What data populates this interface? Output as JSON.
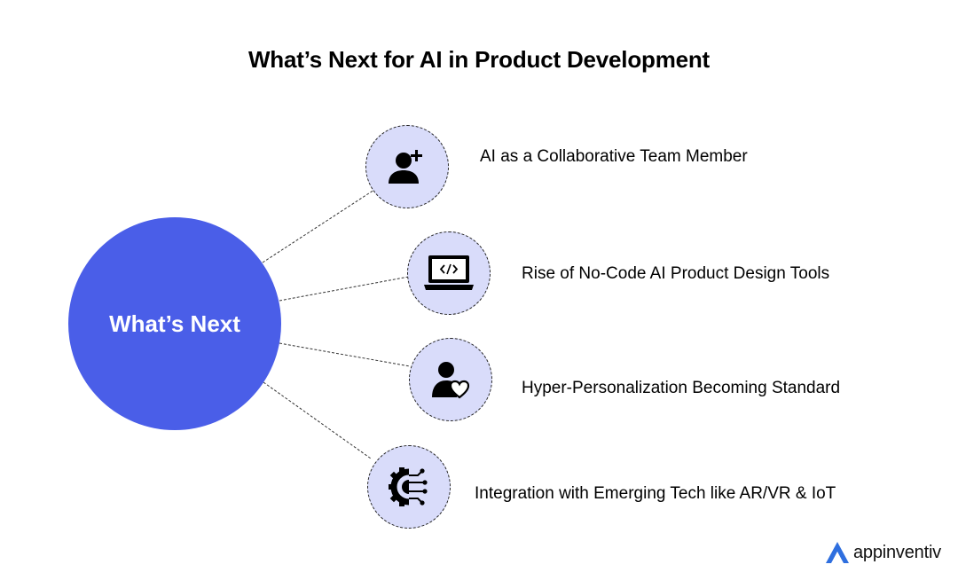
{
  "title": "What’s Next for AI in Product Development",
  "hub": {
    "label": "What’s Next",
    "color": "#4a5ee8"
  },
  "node_fill": "#d9dcfa",
  "items": [
    {
      "label": "AI as a Collaborative Team Member",
      "icon": "user-plus-icon"
    },
    {
      "label": "Rise of No-Code AI Product Design Tools",
      "icon": "laptop-code-icon"
    },
    {
      "label": "Hyper-Personalization Becoming Standard",
      "icon": "user-heart-icon"
    },
    {
      "label": "Integration with Emerging Tech like AR/VR & IoT",
      "icon": "gear-circuit-icon"
    }
  ],
  "brand": {
    "name": "appinventiv",
    "accent": "#2f6fdf"
  }
}
